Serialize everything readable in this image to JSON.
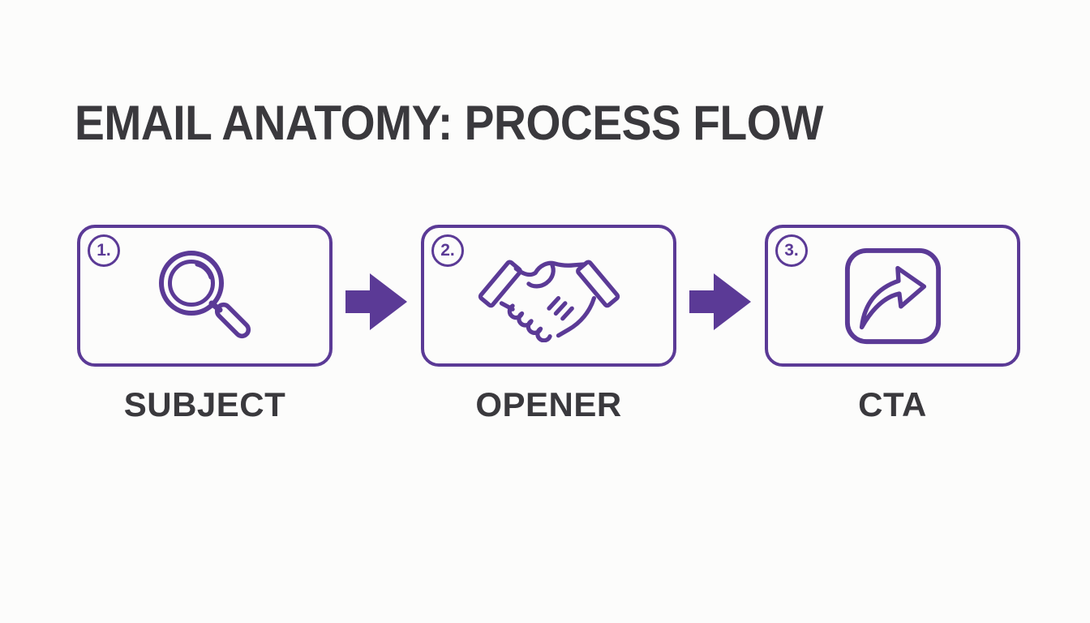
{
  "title": "EMAIL ANATOMY: PROCESS FLOW",
  "colors": {
    "accent_purple": "#5b3a96",
    "text_dark": "#3a393d",
    "background": "#fcfcfb"
  },
  "steps": [
    {
      "number": "1.",
      "label": "SUBJECT",
      "icon": "magnifier-icon"
    },
    {
      "number": "2.",
      "label": "OPENER",
      "icon": "handshake-icon"
    },
    {
      "number": "3.",
      "label": "CTA",
      "icon": "share-arrow-icon"
    }
  ],
  "connector": "right-block-arrow"
}
